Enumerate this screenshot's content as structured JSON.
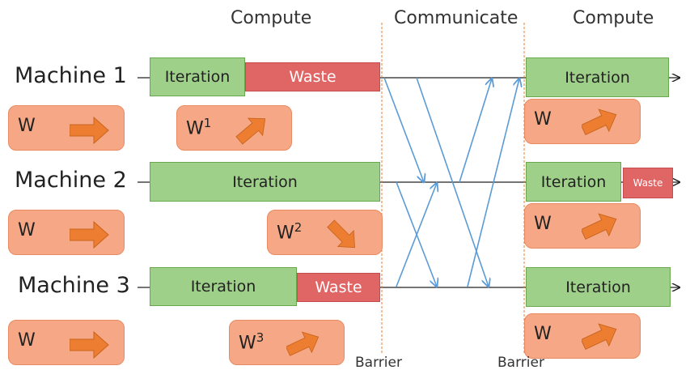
{
  "phases": {
    "left": "Compute",
    "middle": "Communicate",
    "right": "Compute"
  },
  "machines": [
    "Machine 1",
    "Machine 2",
    "Machine 3"
  ],
  "blocks": {
    "iteration": "Iteration",
    "waste": "Waste"
  },
  "w_cards": {
    "plain": "W",
    "symbol": "W",
    "superscripts": [
      "1",
      "2",
      "3"
    ]
  },
  "barriers": [
    "Barrier",
    "Barrier"
  ],
  "colors": {
    "iteration_fill": "#9fd08a",
    "waste_fill": "#e06666",
    "card_fill": "#f6a886",
    "arrow_fill": "#ec7d31",
    "comm_arrow": "#5b9bd5",
    "barrier_line": "#ec7d31"
  },
  "icons": {
    "arrow": "orange-block-arrow"
  }
}
